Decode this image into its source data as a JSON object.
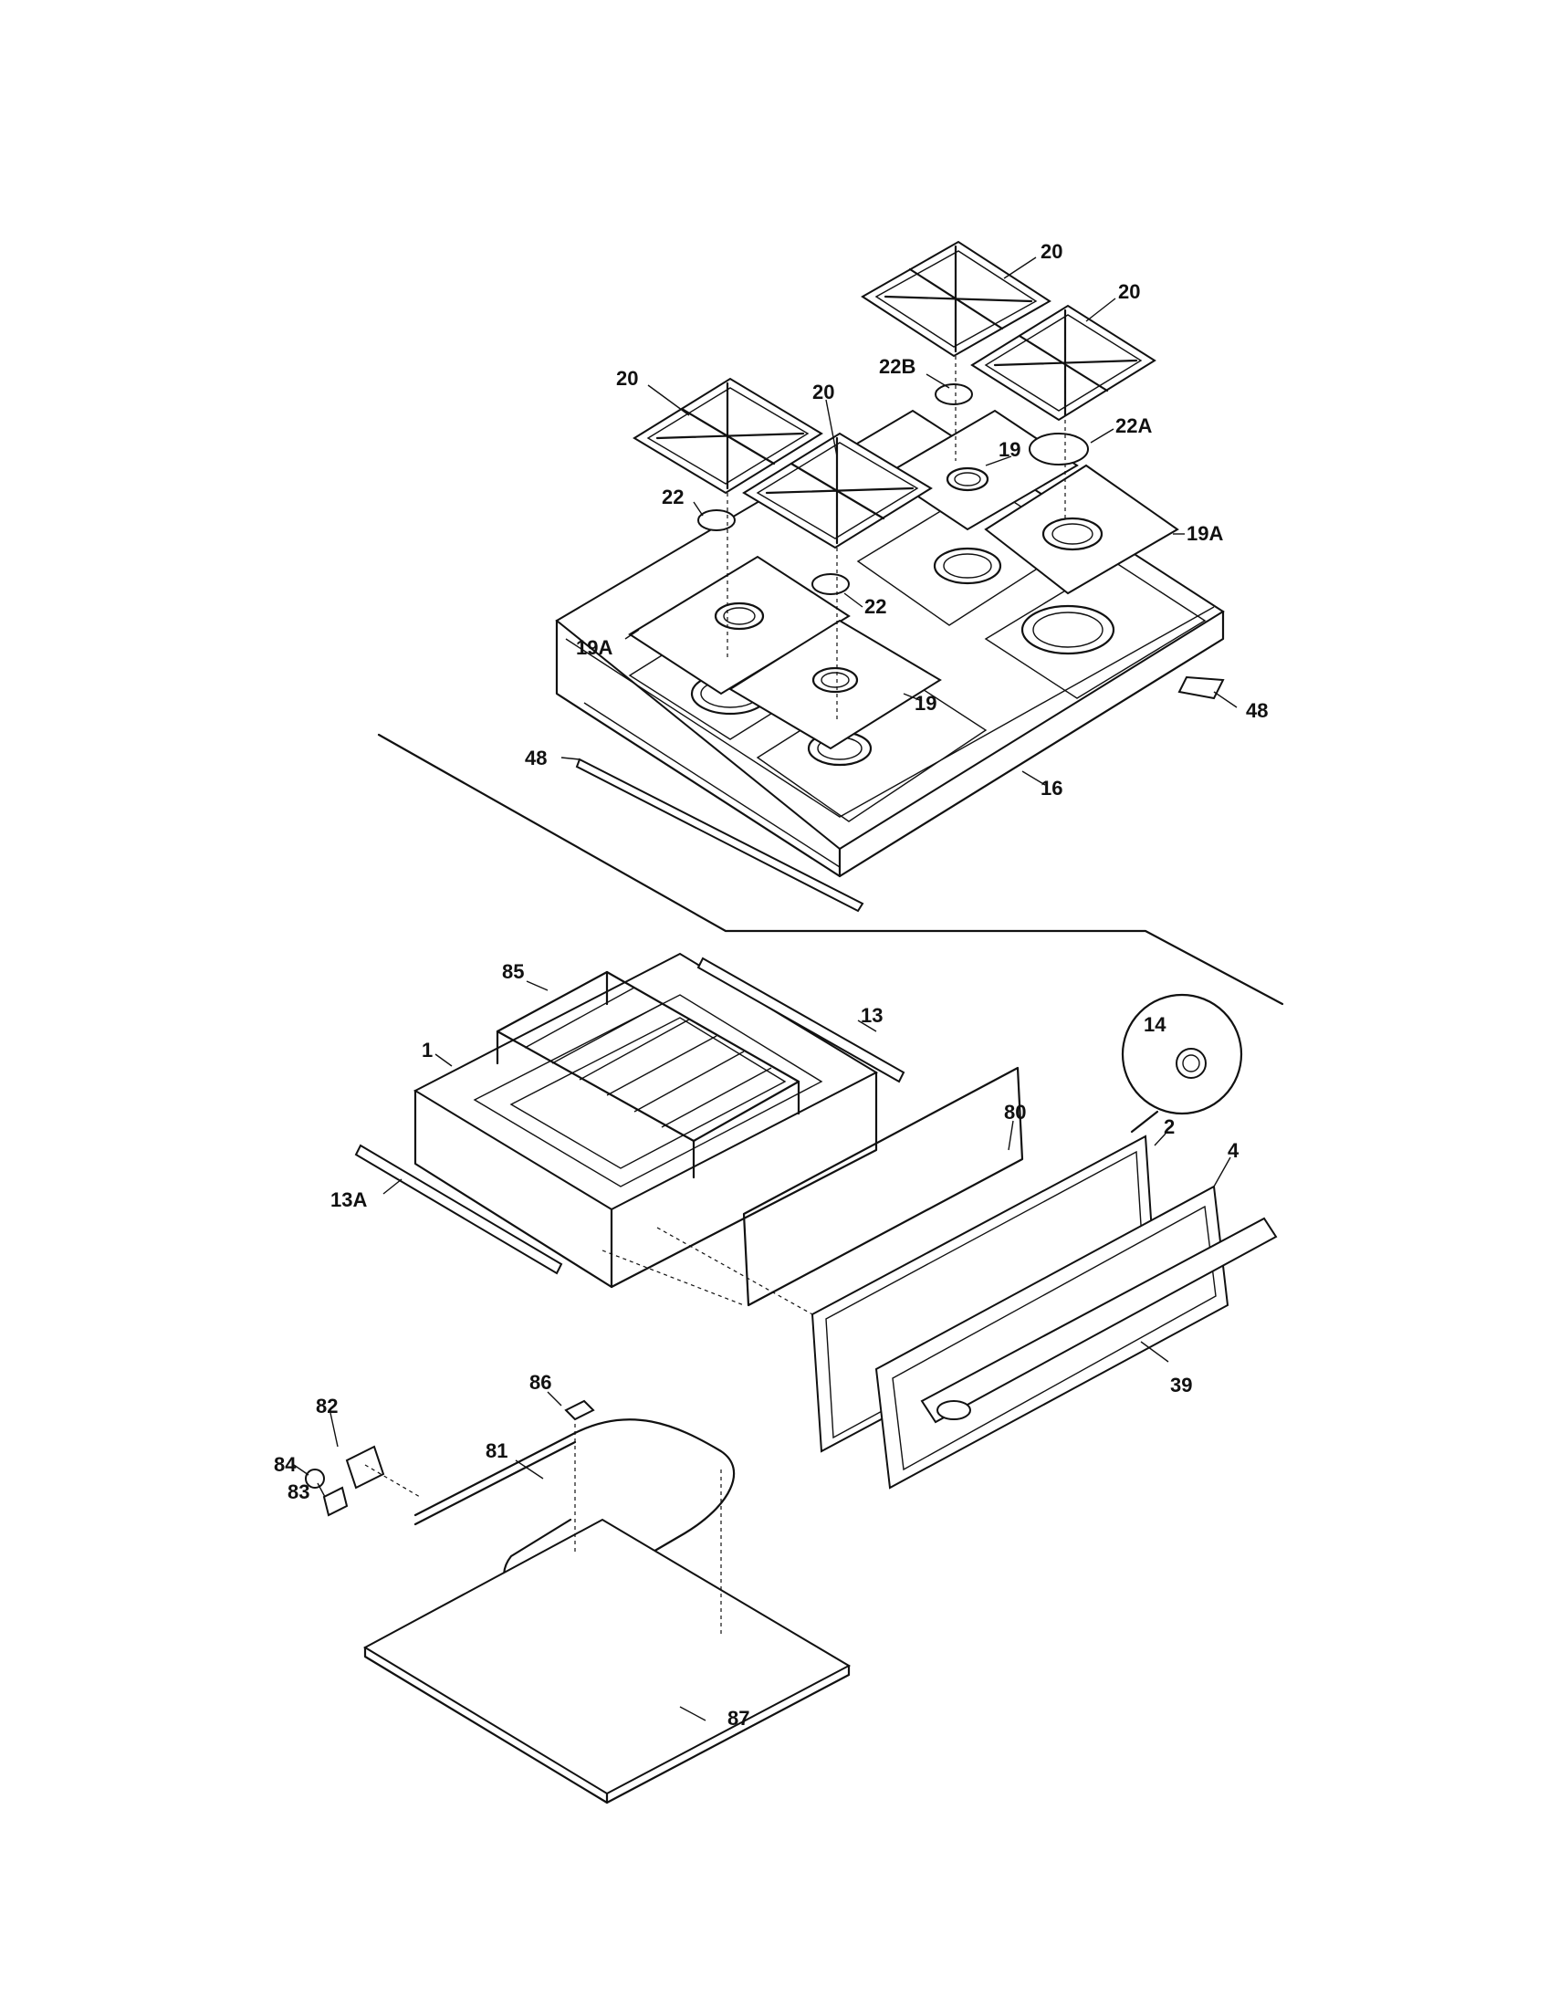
{
  "callouts": {
    "c20a": "20",
    "c20b": "20",
    "c20c": "20",
    "c20d": "20",
    "c22B": "22B",
    "c19a": "19",
    "c22A": "22A",
    "c22a": "22",
    "c22b": "22",
    "c19Aa": "19A",
    "c19Ab": "19A",
    "c19b": "19",
    "c48a": "48",
    "c48b": "48",
    "c16": "16",
    "c85": "85",
    "c13": "13",
    "c1": "1",
    "c14": "14",
    "c80": "80",
    "c2": "2",
    "c4": "4",
    "c13A": "13A",
    "c39": "39",
    "c86": "86",
    "c82": "82",
    "c81": "81",
    "c84": "84",
    "c83": "83",
    "c87": "87"
  }
}
